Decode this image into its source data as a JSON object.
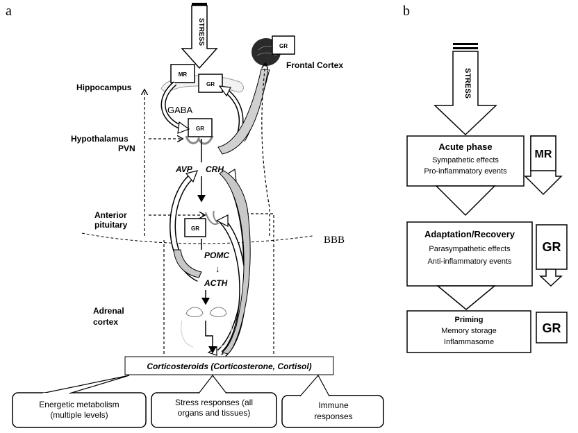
{
  "panel_a": {
    "label": "a",
    "stress": "STRESS",
    "receptor_mr": "MR",
    "receptor_gr": "GR",
    "hippocampus": "Hippocampus",
    "frontal_cortex": "Frontal Cortex",
    "gaba": "GABA",
    "hypothalamus_line1": "Hypothalamus",
    "hypothalamus_line2": "PVN",
    "avp": "AVP",
    "crh": "CRH",
    "anterior_pituitary_line1": "Anterior",
    "anterior_pituitary_line2": "pituitary",
    "bbb": "BBB",
    "pomc": "POMC",
    "pomc_arrow": "↓",
    "acth": "ACTH",
    "adrenal_line1": "Adrenal",
    "adrenal_line2": "cortex",
    "corticosteroids": "Corticosteroids (Corticosterone, Cortisol)",
    "callouts": {
      "energetic_line1": "Energetic metabolism",
      "energetic_line2": "(multiple levels)",
      "stress_resp_line1": "Stress responses (all",
      "stress_resp_line2": "organs and tissues)",
      "immune_line1": "Immune",
      "immune_line2": "responses"
    }
  },
  "panel_b": {
    "label": "b",
    "stress": "STRESS",
    "acute_title": "Acute phase",
    "acute_line1": "Sympathetic effects",
    "acute_line2": "Pro-inflammatory events",
    "mr": "MR",
    "adapt_title": "Adaptation/Recovery",
    "adapt_line1": "Parasympathetic effects",
    "adapt_line2": "Anti-inflammatory events",
    "gr": "GR",
    "priming_title": "Priming",
    "priming_line1": "Memory storage",
    "priming_line2": "Inflammasome",
    "gr2": "GR"
  }
}
